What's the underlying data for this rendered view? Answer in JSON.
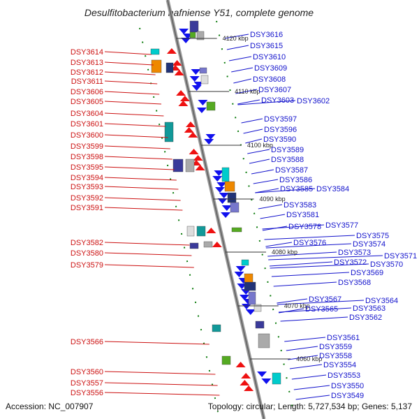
{
  "title": "Desulfitobacterium hafniense Y51, complete genome",
  "footer": {
    "accession": "Accession: NC_007907",
    "summary": "Topology: circular; Length: 5,727,534 bp; Genes: 5,137"
  },
  "colors": {
    "forward": "#ee1111",
    "reverse": "#1111ee",
    "axis": "#888888",
    "tick": "#006600"
  },
  "kbp_markers": [
    {
      "label": "4120 kbp"
    },
    {
      "label": "4110 kbp"
    },
    {
      "label": "4100 kbp"
    },
    {
      "label": "4090 kbp"
    },
    {
      "label": "4080 kbp"
    },
    {
      "label": "4070 kbp"
    },
    {
      "label": "4060 kbp"
    }
  ],
  "left_genes": [
    "DSY3614",
    "DSY3613",
    "DSY3612",
    "DSY3611",
    "DSY3606",
    "DSY3605",
    "DSY3604",
    "DSY3601",
    "DSY3600",
    "DSY3599",
    "DSY3598",
    "DSY3595",
    "DSY3594",
    "DSY3593",
    "DSY3592",
    "DSY3591",
    "DSY3582",
    "DSY3580",
    "DSY3579",
    "DSY3566",
    "DSY3560",
    "DSY3557",
    "DSY3556"
  ],
  "right_genes": [
    "DSY3616",
    "DSY3615",
    "DSY3610",
    "DSY3609",
    "DSY3608",
    "DSY3607",
    "DSY3603",
    "DSY3602",
    "DSY3597",
    "DSY3596",
    "DSY3590",
    "DSY3589",
    "DSY3588",
    "DSY3587",
    "DSY3586",
    "DSY3585",
    "DSY3584",
    "DSY3583",
    "DSY3581",
    "DSY3578",
    "DSY3577",
    "DSY3576",
    "DSY3575",
    "DSY3574",
    "DSY3573",
    "DSY3572",
    "DSY3571",
    "DSY3570",
    "DSY3569",
    "DSY3568",
    "DSY3567",
    "DSY3565",
    "DSY3564",
    "DSY3563",
    "DSY3562",
    "DSY3561",
    "DSY3559",
    "DSY3558",
    "DSY3554",
    "DSY3553",
    "DSY3550",
    "DSY3549"
  ]
}
